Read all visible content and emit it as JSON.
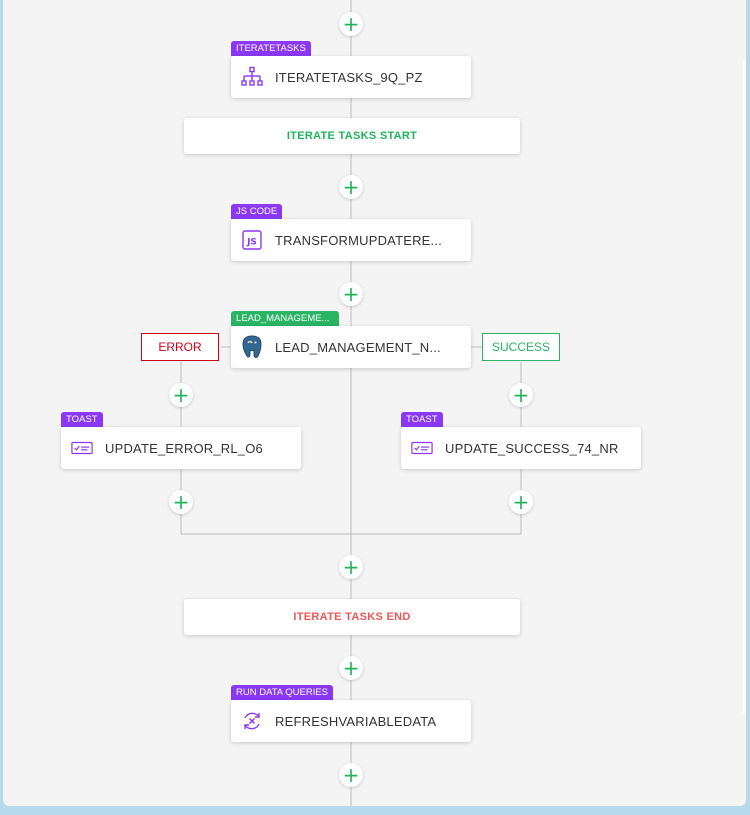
{
  "nodes": {
    "iterate": {
      "tag": "ITERATETASKS",
      "label": "ITERATETASKS_9Q_PZ",
      "icon": "hierarchy-icon"
    },
    "jscode": {
      "tag": "JS CODE",
      "label": "TRANSFORMUPDATERE...",
      "icon": "js-icon"
    },
    "lead": {
      "tag": "LEAD_MANAGEME...",
      "label": "LEAD_MANAGEMENT_N...",
      "icon": "postgres-elephant-icon"
    },
    "toast_error": {
      "tag": "TOAST",
      "label": "UPDATE_ERROR_RL_O6",
      "icon": "toast-icon"
    },
    "toast_success": {
      "tag": "TOAST",
      "label": "UPDATE_SUCCESS_74_NR",
      "icon": "toast-icon"
    },
    "refresh": {
      "tag": "RUN DATA QUERIES",
      "label": "REFRESHVARIABLEDATA",
      "icon": "refresh-variable-icon"
    }
  },
  "banners": {
    "start": "ITERATE TASKS START",
    "end": "ITERATE TASKS END"
  },
  "branches": {
    "error": "ERROR",
    "success": "SUCCESS"
  },
  "add_step": "+",
  "colors": {
    "accent_purple": "#8a38f5",
    "accent_green": "#29b463",
    "plus_green": "#21b35b",
    "error_red": "#d0021b",
    "end_red": "#f05656",
    "start_green": "#21b35b"
  }
}
